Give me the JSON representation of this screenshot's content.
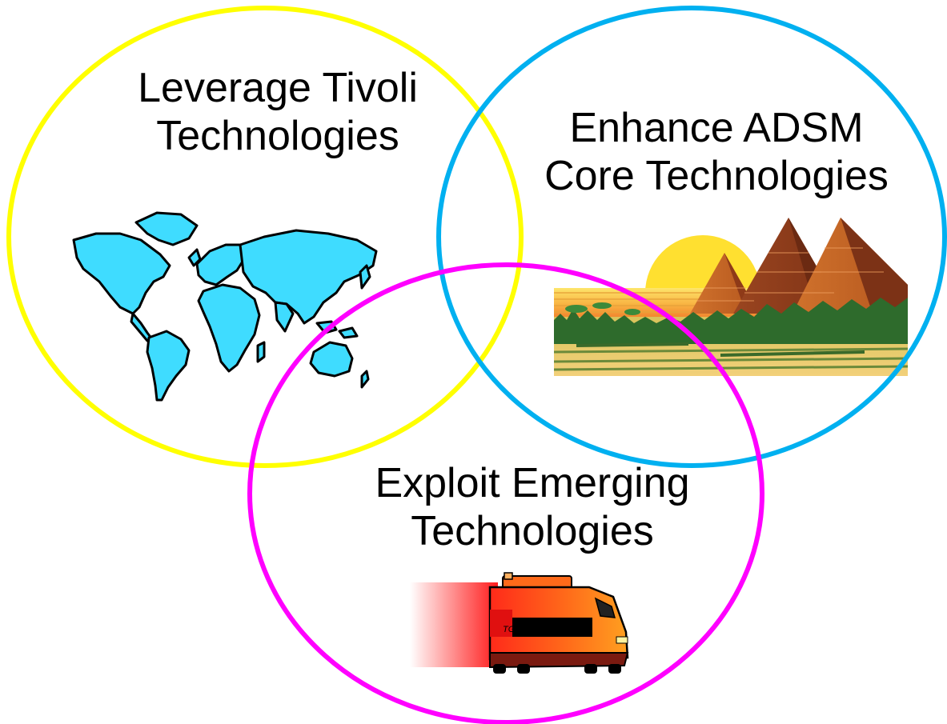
{
  "circles": {
    "tivoli": {
      "line1": "Leverage Tivoli",
      "line2": "Technologies",
      "color": "#ffff00",
      "icon": "world-map-icon"
    },
    "adsm": {
      "line1": "Enhance ADSM",
      "line2": "Core Technologies",
      "color": "#00b0f0",
      "icon": "pyramids-icon"
    },
    "emerging": {
      "line1": "Exploit Emerging",
      "line2": "Technologies",
      "color": "#ff00ff",
      "icon": "train-icon",
      "train_badge": "TGV"
    }
  }
}
